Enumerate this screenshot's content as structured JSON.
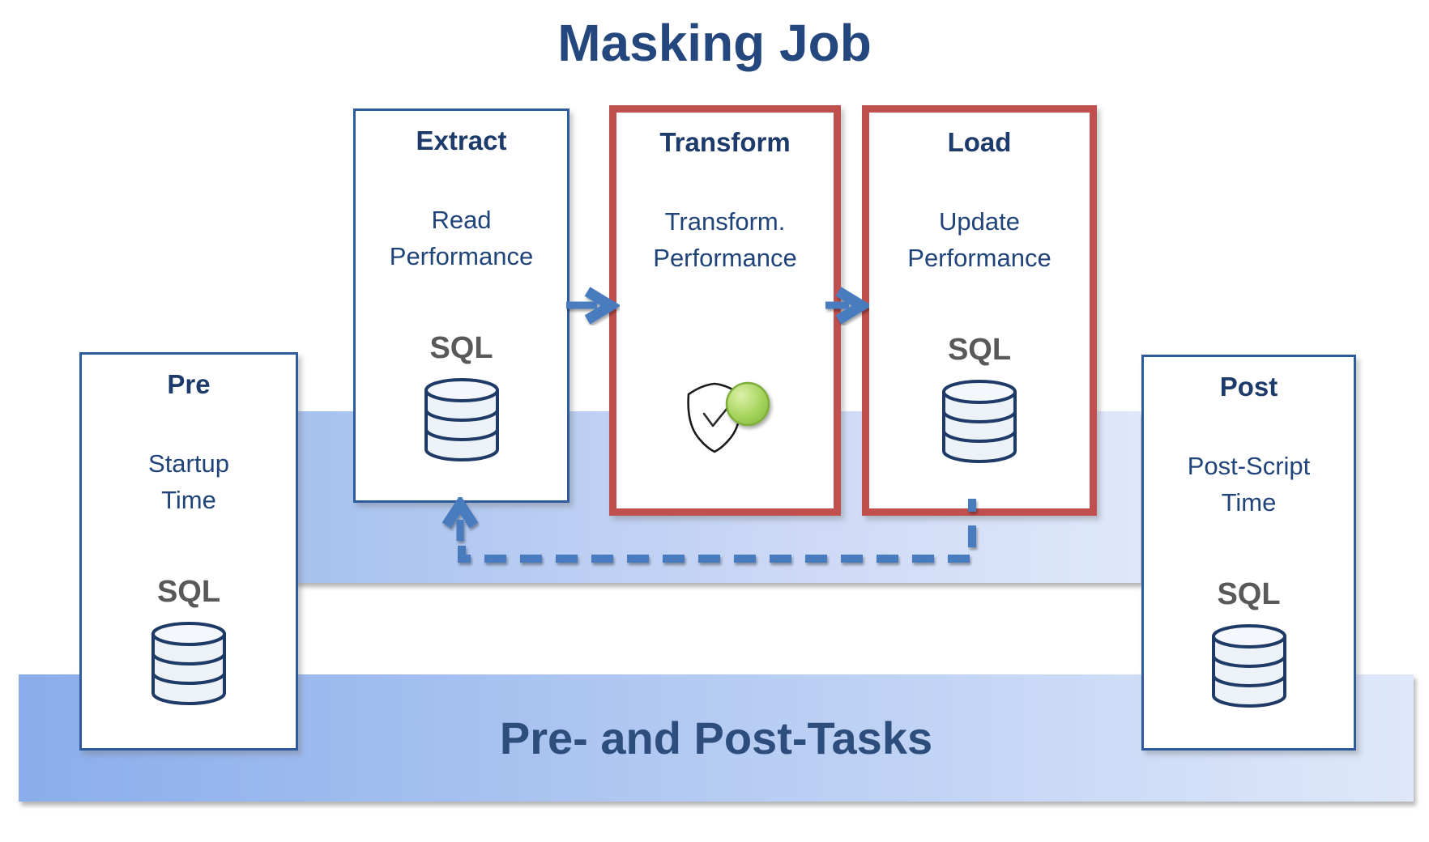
{
  "page_title": "Masking Job",
  "bottom_band": {
    "label": "Pre- and Post-Tasks"
  },
  "boxes": {
    "extract": {
      "title": "Extract",
      "body_line1": "Read",
      "body_line2": "Performance",
      "db_label": "SQL"
    },
    "transform": {
      "title": "Transform",
      "body_line1": "Transform.",
      "body_line2": "Performance"
    },
    "load": {
      "title": "Load",
      "body_line1": "Update",
      "body_line2": "Performance",
      "db_label": "SQL"
    },
    "pre": {
      "title": "Pre",
      "body_line1": "Startup",
      "body_line2": "Time",
      "db_label": "SQL"
    },
    "post": {
      "title": "Post",
      "body_line1": "Post-Script",
      "body_line2": "Time",
      "db_label": "SQL"
    }
  },
  "icons": {
    "database": "database-cylinder-icon",
    "transform_status": "shield-check-icon",
    "status_marker": "green-status-circle-icon",
    "flow_arrow": "chevron-arrow-icon",
    "feedback_path": "dashed-feedback-line"
  },
  "colors": {
    "accent_blue": "#4A7CBE",
    "box_border_blue": "#2E5B9E",
    "box_border_red": "#C0504D",
    "navy_text": "#1C3A6A",
    "sql_gray": "#595959",
    "band_gradient_start": "#8AADEB",
    "band_gradient_end": "#DFE8FA",
    "status_green": "#A3D35B"
  }
}
